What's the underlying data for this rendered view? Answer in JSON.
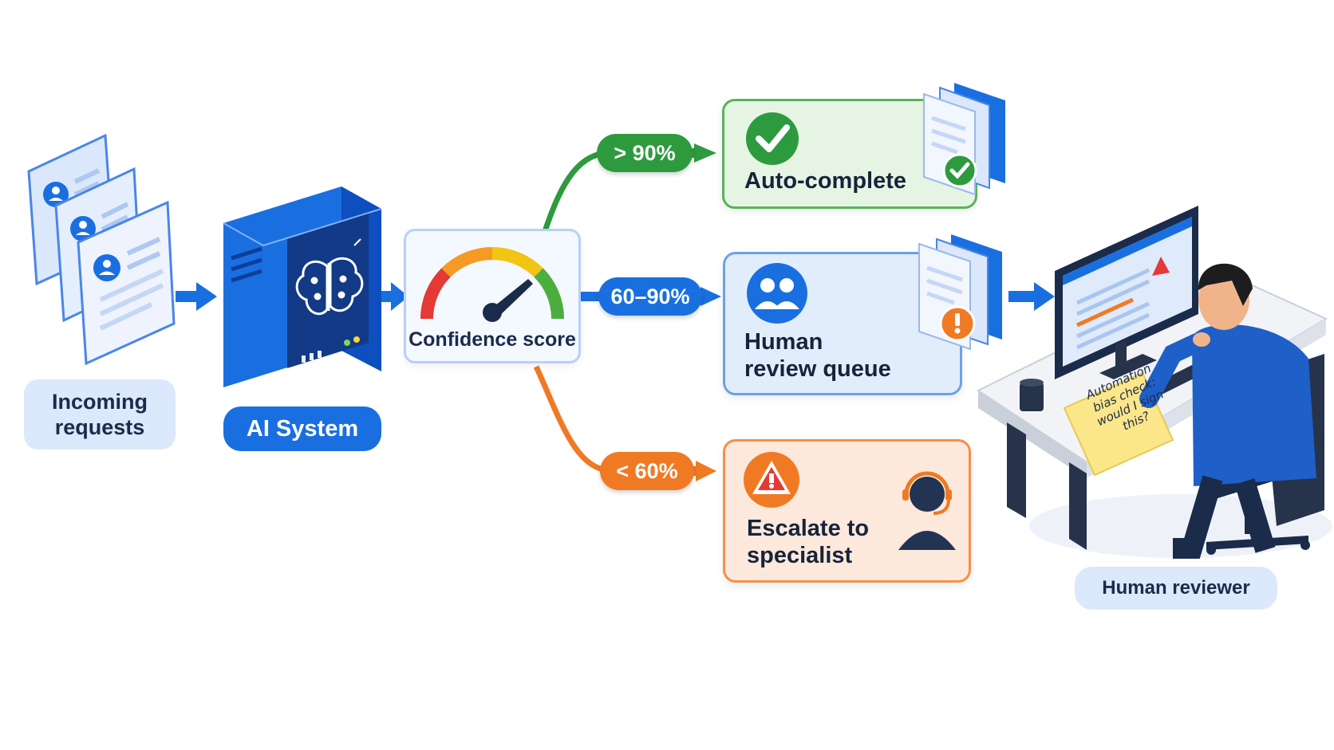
{
  "input_label": "Incoming\nrequests",
  "ai_label": "AI System",
  "gauge_label": "Confidence score",
  "routes": {
    "high": {
      "threshold": "> 90%",
      "outcome": "Auto-complete",
      "color": "#2e9a3e"
    },
    "mid": {
      "threshold": "60–90%",
      "outcome": "Human\nreview queue",
      "color": "#1a6fe0"
    },
    "low": {
      "threshold": "< 60%",
      "outcome": "Escalate to\nspecialist",
      "color": "#f07a24"
    }
  },
  "sticky_note": "Automation\nbias check:\nwould I sign\nthis?",
  "reviewer_label": "Human reviewer",
  "colors": {
    "blue": "#1a6fe0",
    "green": "#2e9a3e",
    "orange": "#f07a24",
    "light_blue": "#dfeafb"
  },
  "icons": [
    "user-document-icon",
    "server-icon",
    "brain-icon",
    "gauge-icon",
    "check-icon",
    "users-icon",
    "warning-icon",
    "headset-icon",
    "monitor-icon",
    "person-icon"
  ]
}
